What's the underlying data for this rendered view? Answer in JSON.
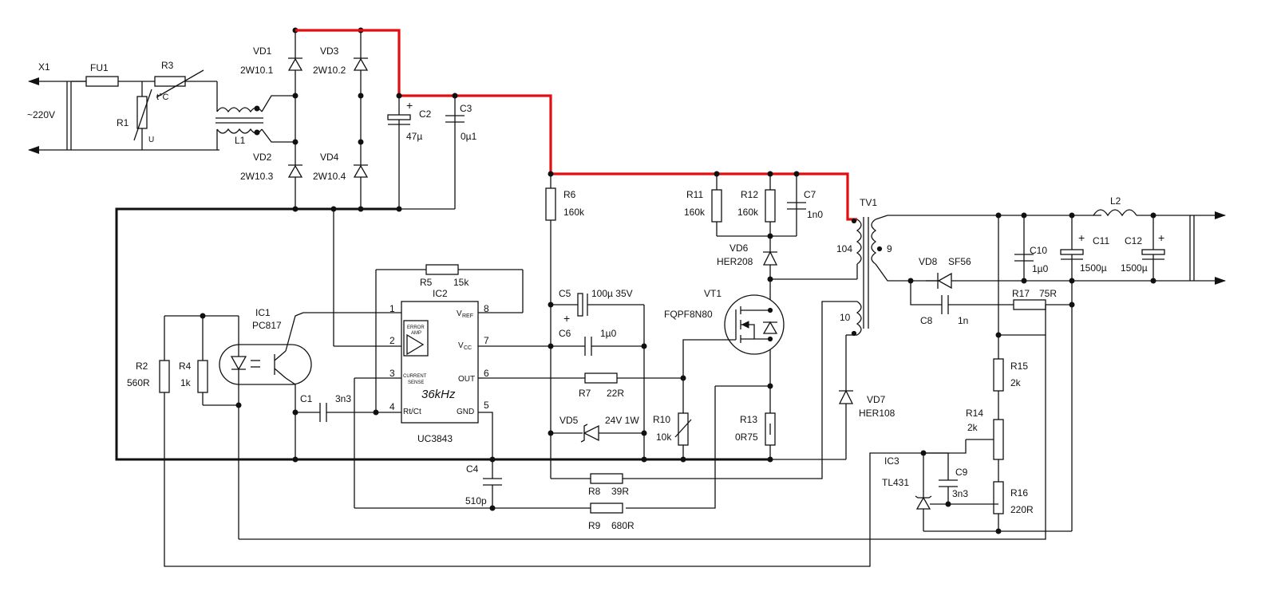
{
  "schematic": {
    "accent_color": "#e01010",
    "nodes": {
      "x1": "X1",
      "mains": "~220V",
      "fu1": "FU1",
      "r3": "R3",
      "r3_sym": "t°C",
      "r1": "R1",
      "r1_sym": "U",
      "l1": "L1",
      "vd1": "VD1",
      "vd1_val": "2W10.1",
      "vd3": "VD3",
      "vd3_val": "2W10.2",
      "vd2": "VD2",
      "vd2_val": "2W10.3",
      "vd4": "VD4",
      "vd4_val": "2W10.4",
      "c2": "C2",
      "c2_val": "47µ",
      "c3": "C3",
      "c3_val": "0µ1",
      "r6": "R6",
      "r6_val": "160k",
      "r11": "R11",
      "r11_val": "160k",
      "r12": "R12",
      "r12_val": "160k",
      "c7": "C7",
      "c7_val": "1n0",
      "vd6": "VD6",
      "vd6_val": "HER208",
      "tv1": "TV1",
      "tv1_p": "104",
      "tv1_s": "9",
      "tv1_a": "10",
      "l2": "L2",
      "vd8": "VD8",
      "vd8_val": "SF56",
      "c10": "C10",
      "c10_val": "1µ0",
      "c11": "C11",
      "c11_val": "1500µ",
      "c12": "C12",
      "c12_val": "1500µ",
      "c8": "C8",
      "c8_val": "1n",
      "r17": "R17",
      "r17_val": "75R",
      "r15": "R15",
      "r15_val": "2k",
      "r14": "R14",
      "r14_val": "2k",
      "r16": "R16",
      "r16_val": "220R",
      "ic3": "IC3",
      "ic3_val": "TL431",
      "c9": "C9",
      "c9_val": "3n3",
      "vt1": "VT1",
      "vt1_val": "FQPF8N80",
      "vd7": "VD7",
      "vd7_val": "HER108",
      "r13": "R13",
      "r13_val": "0R75",
      "r10": "R10",
      "r10_val": "10k",
      "c5": "C5",
      "c5_val": "100µ 35V",
      "c6": "C6",
      "c6_val": "1µ0",
      "r7": "R7",
      "r7_val": "22R",
      "vd5": "VD5",
      "vd5_val": "24V 1W",
      "r8": "R8",
      "r8_val": "39R",
      "r9": "R9",
      "r9_val": "680R",
      "c4": "C4",
      "c4_val": "510p",
      "ic2": "IC2",
      "ic2_val": "UC3843",
      "ic2_freq": "36kHz",
      "pin_vref": "V",
      "pin_vref_sub": "REF",
      "pin_vcc": "V",
      "pin_vcc_sub": "CC",
      "pin_out": "OUT",
      "pin_gnd": "GND",
      "pin_rtct": "Rt/Ct",
      "erramp1": "ERROR",
      "erramp2": "AMP",
      "cursense1": "CURRENT",
      "cursense2": "SENSE",
      "pin1": "1",
      "pin2": "2",
      "pin3": "3",
      "pin4": "4",
      "pin5": "5",
      "pin6": "6",
      "pin7": "7",
      "pin8": "8",
      "r5": "R5",
      "r5_val": "15k",
      "ic1": "IC1",
      "ic1_val": "PC817",
      "r2": "R2",
      "r2_val": "560R",
      "r4": "R4",
      "r4_val": "1k",
      "c1": "C1",
      "c1_val": "3n3",
      "plus": "+"
    }
  }
}
